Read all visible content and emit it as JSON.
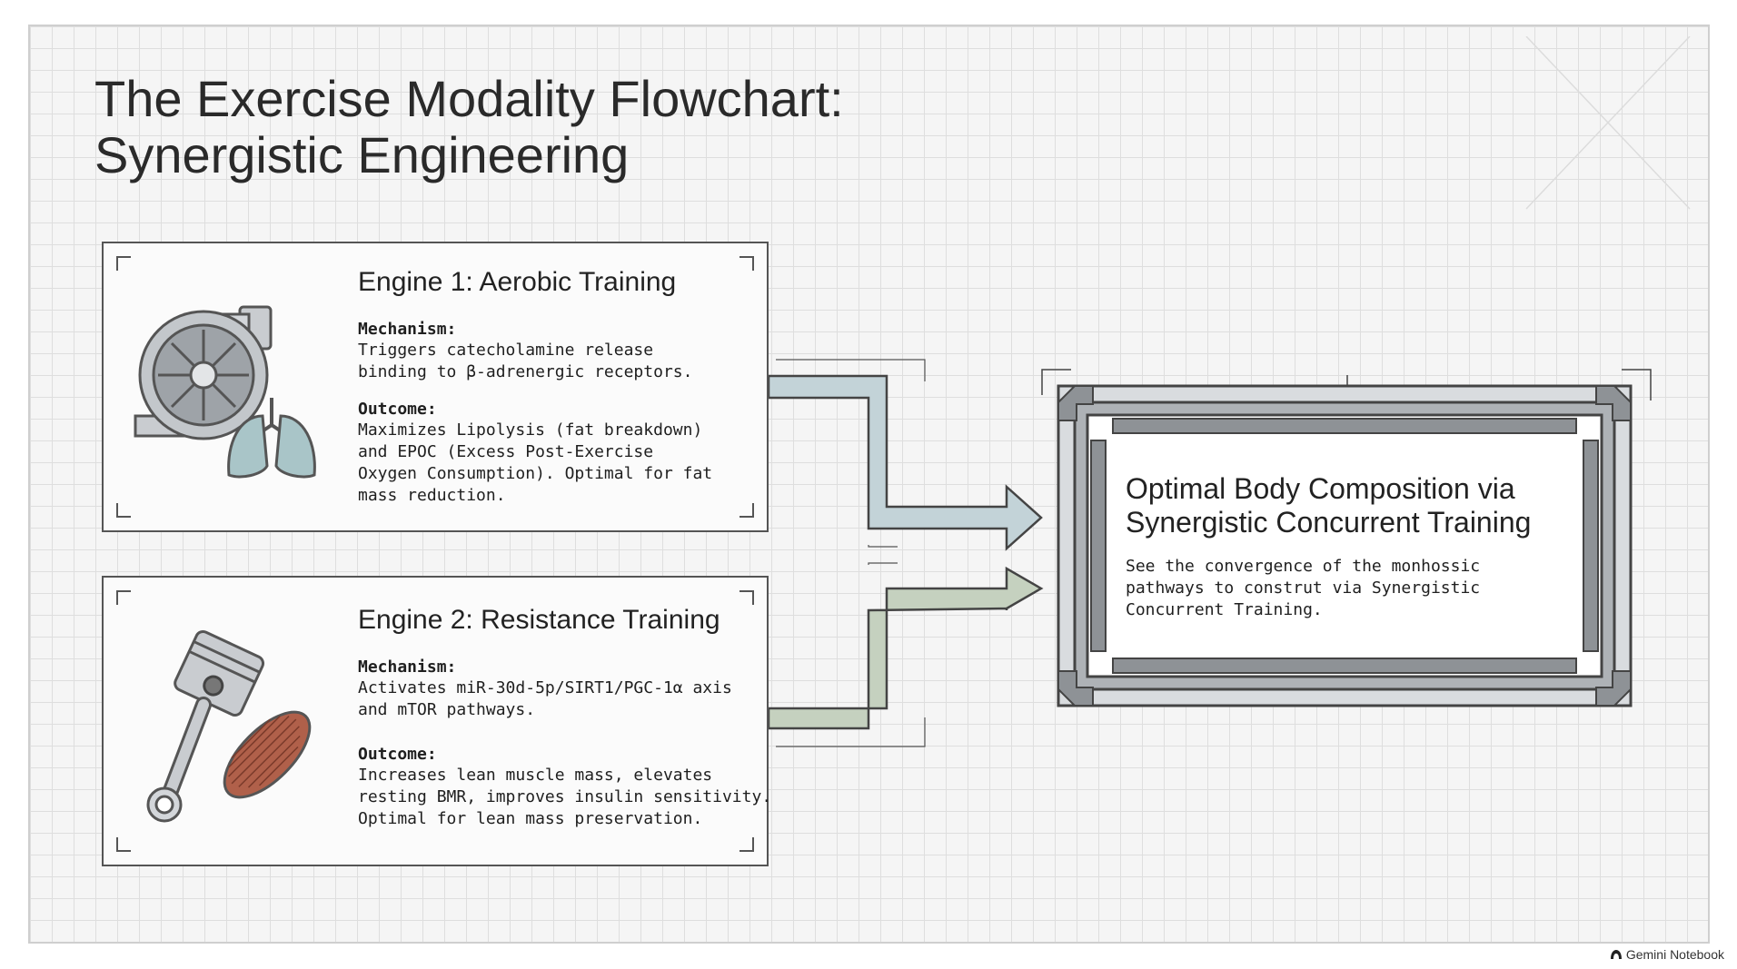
{
  "title": {
    "line1": "The Exercise Modality Flowchart:",
    "line2": "Synergistic Engineering"
  },
  "engine1": {
    "title": "Engine 1: Aerobic Training",
    "mechanism_label": "Mechanism:",
    "mechanism_text": "Triggers catecholamine release\nbinding to β-adrenergic receptors.",
    "outcome_label": "Outcome:",
    "outcome_text": "Maximizes Lipolysis (fat breakdown)\nand EPOC (Excess Post-Exercise\nOxygen Consumption). Optimal for fat\nmass reduction.",
    "icons": [
      "turbocharger-icon",
      "lungs-icon"
    ]
  },
  "engine2": {
    "title": "Engine 2: Resistance Training",
    "mechanism_label": "Mechanism:",
    "mechanism_text": "Activates miR-30d-5p/SIRT1/PGC-1α axis\nand mTOR pathways.",
    "outcome_label": "Outcome:",
    "outcome_text": "Increases lean muscle mass, elevates\nresting BMR, improves insulin sensitivity.\nOptimal for lean mass preservation.",
    "icons": [
      "piston-icon",
      "muscle-icon"
    ]
  },
  "result": {
    "title_line1": "Optimal Body Composition via",
    "title_line2": "Synergistic Concurrent Training",
    "text": "See the convergence of the monhossic\npathways to construt via Synergistic\nConcurrent Training."
  },
  "watermark": "Gemini Notebook",
  "colors": {
    "arrow_top": "#c3d3d8",
    "arrow_bottom": "#c5d1bf",
    "frame": "#8e9296",
    "muscle": "#b0604a"
  }
}
